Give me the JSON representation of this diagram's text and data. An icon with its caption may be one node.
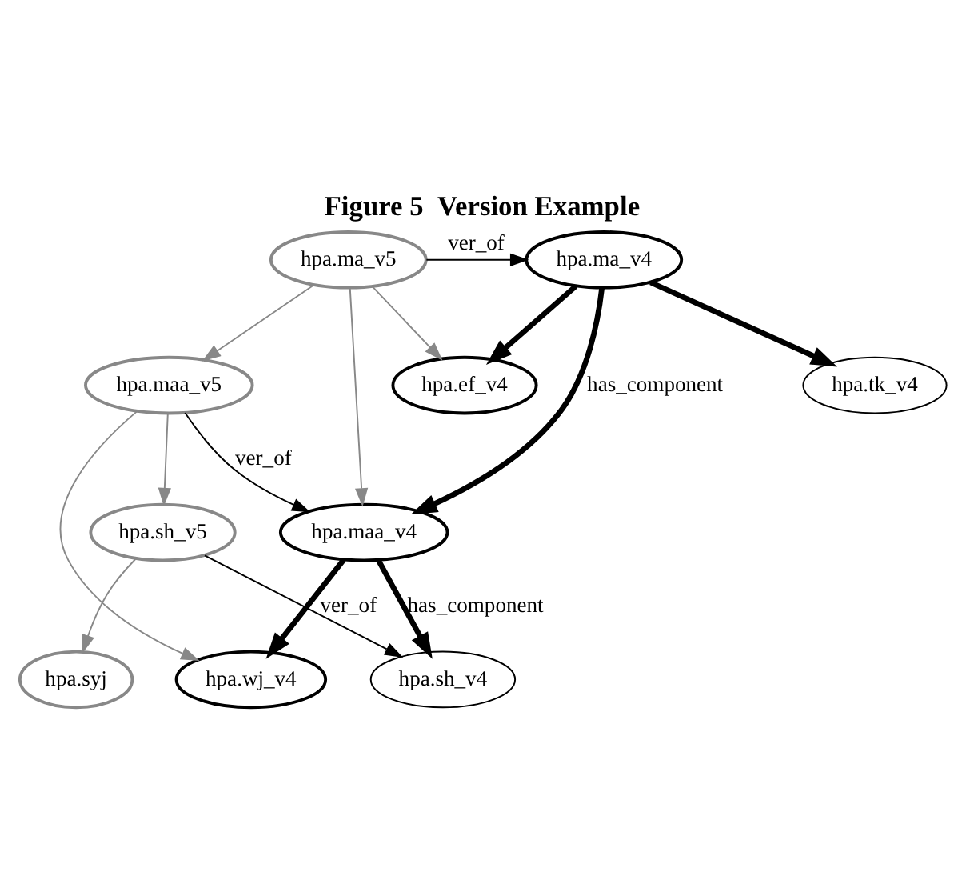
{
  "diagram": {
    "title": "Figure 5  Version Example",
    "nodes": [
      {
        "text": [
          "hpa.ma_v4"
        ]
      },
      {
        "text": [
          "hpa.ma_v5"
        ]
      },
      {
        "text": [
          "hpa.ef_v4"
        ]
      },
      {
        "text": [
          "hpa.tk_v4"
        ]
      },
      {
        "text": [
          "hpa.maa_v4"
        ]
      },
      {
        "text": [
          "hpa.maa_v5"
        ]
      },
      {
        "text": [
          "hpa.wj_v4"
        ]
      },
      {
        "text": [
          "hpa.sh_v4"
        ]
      },
      {
        "text": [
          "hpa.sh_v5"
        ]
      },
      {
        "text": [
          "hpa.syj"
        ]
      }
    ],
    "edges": [
      {
        "from": 1,
        "to": 0,
        "arrow": "to",
        "label": "ver_of"
      },
      {
        "from": 0,
        "to": 2,
        "arrow": "to",
        "style": "thick"
      },
      {
        "from": 1,
        "to": 2,
        "arrow": "to",
        "color": "#888888"
      },
      {
        "from": 0,
        "to": 3,
        "arrow": "to",
        "style": "thick"
      },
      {
        "from": 0,
        "to": 4,
        "arrow": "to",
        "style": "thick",
        "label": "has_component"
      },
      {
        "from": 1,
        "to": 4,
        "arrow": "to",
        "color": "#888888"
      },
      {
        "from": 1,
        "to": 5,
        "arrow": "to",
        "color": "#888888"
      },
      {
        "from": 5,
        "to": 4,
        "arrow": "to",
        "label": "ver_of"
      },
      {
        "from": 4,
        "to": 6,
        "arrow": "to",
        "style": "thick"
      },
      {
        "from": 4,
        "to": 7,
        "arrow": "to",
        "style": "thick",
        "label": "has_component"
      },
      {
        "from": 5,
        "to": 6,
        "arrow": "to",
        "color": "#888888"
      },
      {
        "from": 5,
        "to": 8,
        "arrow": "to",
        "color": "#888888"
      },
      {
        "from": 8,
        "to": 7,
        "arrow": "to",
        "label": "ver_of"
      },
      {
        "from": 8,
        "to": 9,
        "arrow": "to",
        "color": "#888888"
      }
    ]
  }
}
